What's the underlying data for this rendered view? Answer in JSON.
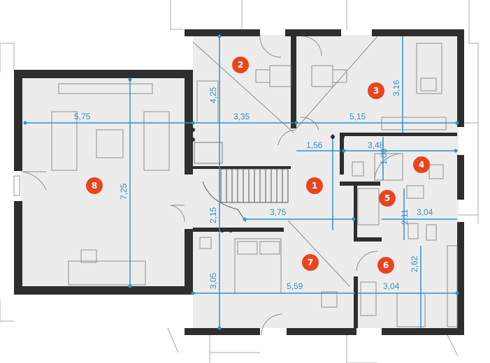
{
  "colors": {
    "wall": "#2e2e2e",
    "floor": "#ececec",
    "line": "#9a9a9a",
    "dimension": "#2f93c8",
    "badge": "#e8451e"
  },
  "rooms": [
    {
      "id": "1",
      "label": "1"
    },
    {
      "id": "2",
      "label": "2"
    },
    {
      "id": "3",
      "label": "3"
    },
    {
      "id": "4",
      "label": "4"
    },
    {
      "id": "5",
      "label": "5"
    },
    {
      "id": "6",
      "label": "6"
    },
    {
      "id": "7",
      "label": "7"
    },
    {
      "id": "8",
      "label": "8"
    }
  ],
  "dimensions": {
    "d_575": "5,75",
    "d_725": "7,25",
    "d_425": "4,25",
    "d_335": "3,35",
    "d_316": "3,16",
    "d_515": "5,15",
    "d_156": "1,56",
    "d_348": "3,48",
    "d_108": "1,08",
    "d_215": "2,15",
    "d_375": "3,75",
    "d_211": "2,11",
    "d_304a": "3,04",
    "d_305": "3,05",
    "d_559": "5,59",
    "d_262": "2,62",
    "d_304b": "3,04"
  }
}
